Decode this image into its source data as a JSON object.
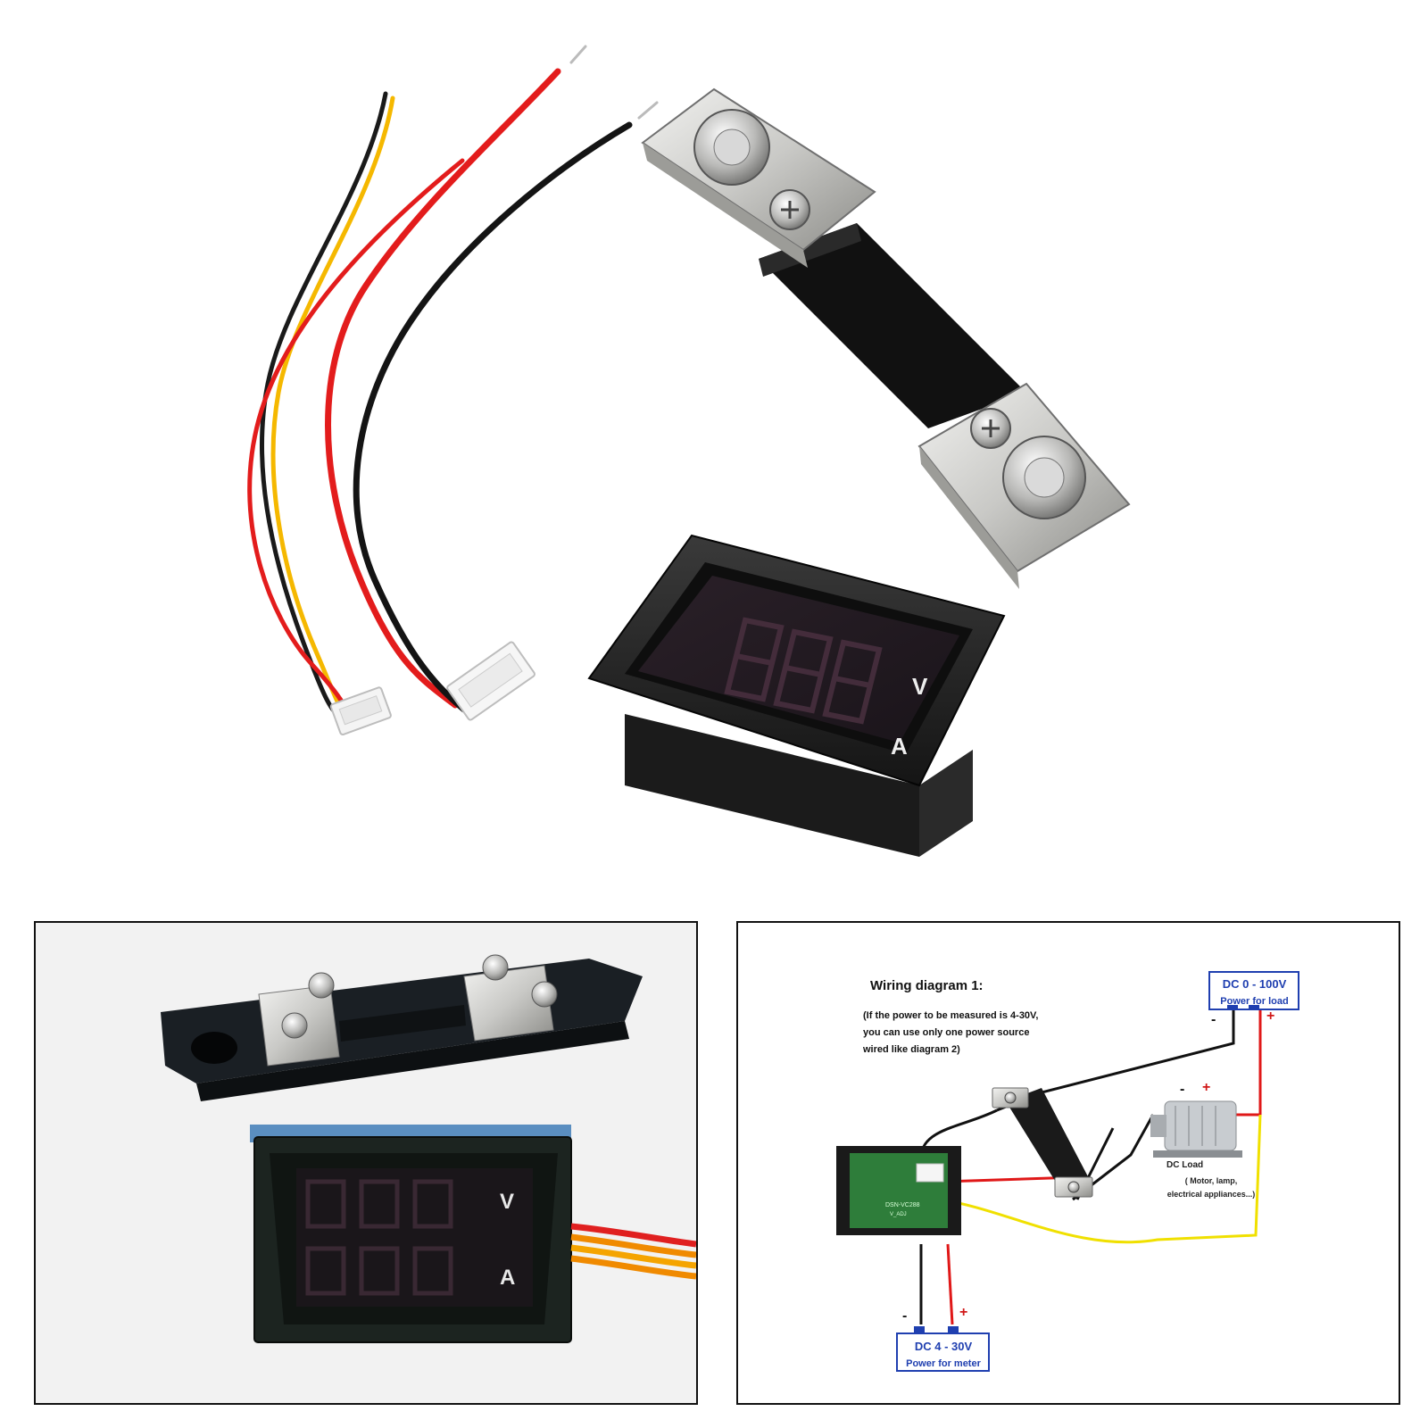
{
  "product_photo": {
    "meter_units": {
      "voltage": "V",
      "current": "A"
    }
  },
  "photo_panel": {
    "meter_units": {
      "voltage": "V",
      "current": "A"
    }
  },
  "wiring_diagram": {
    "title": "Wiring diagram 1:",
    "note_lines": [
      "(If the power to be measured is 4-30V,",
      "you can use only one power source",
      "wired like diagram 2)"
    ],
    "load_power": {
      "label": "DC 0 - 100V",
      "sub": "Power for load",
      "minus": "-",
      "plus": "+"
    },
    "meter_power": {
      "label": "DC 4 - 30V",
      "sub": "Power for meter",
      "minus": "-",
      "plus": "+"
    },
    "load": {
      "label": "DC Load",
      "desc_lines": [
        "( Motor, lamp,",
        "electrical appliances...)"
      ],
      "minus": "-",
      "plus": "+"
    },
    "pcb_text": [
      "DSN-VC288",
      "V_ADJ"
    ],
    "colors": {
      "box_blue": "#1f3fb0",
      "wire_red": "#e01818",
      "wire_yellow": "#f0e000",
      "wire_black": "#111111"
    }
  }
}
